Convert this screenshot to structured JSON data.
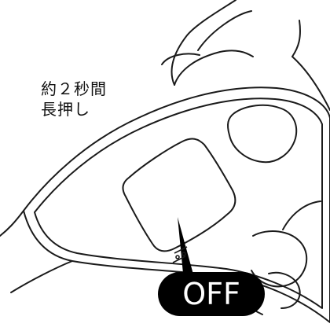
{
  "instruction": {
    "line1": "約２秒間",
    "line2": "長押し"
  },
  "badge": {
    "label": "OFF",
    "background": "#000000",
    "text_color": "#ffffff"
  },
  "colors": {
    "line": "#1a1a1a",
    "background": "#ffffff"
  },
  "icons": {
    "power_switch": "power-switch-symbol"
  }
}
